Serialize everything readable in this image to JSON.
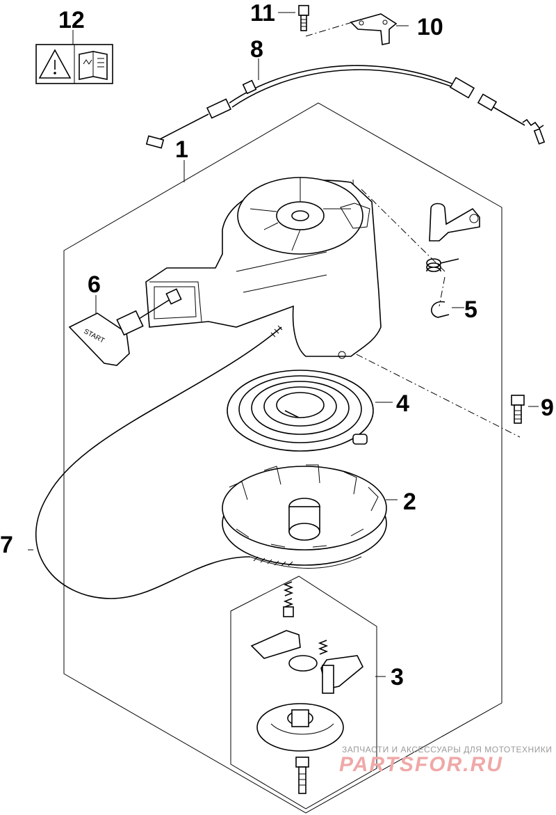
{
  "callouts": {
    "c1": "1",
    "c2": "2",
    "c3": "3",
    "c4": "4",
    "c5": "5",
    "c6": "6",
    "c7": "7",
    "c8": "8",
    "c9": "9",
    "c10": "10",
    "c11": "11",
    "c12": "12"
  },
  "handle_text": "START",
  "watermark": {
    "tagline": "ЗАПЧАСТИ И АКСЕССУАРЫ ДЛЯ МОТОТЕХНИКИ",
    "logo": "PARTSFOR.RU"
  },
  "colors": {
    "line": "#000000",
    "background": "#ffffff",
    "watermark_logo": "#f0a8a8",
    "watermark_text": "#9a9a9a"
  }
}
